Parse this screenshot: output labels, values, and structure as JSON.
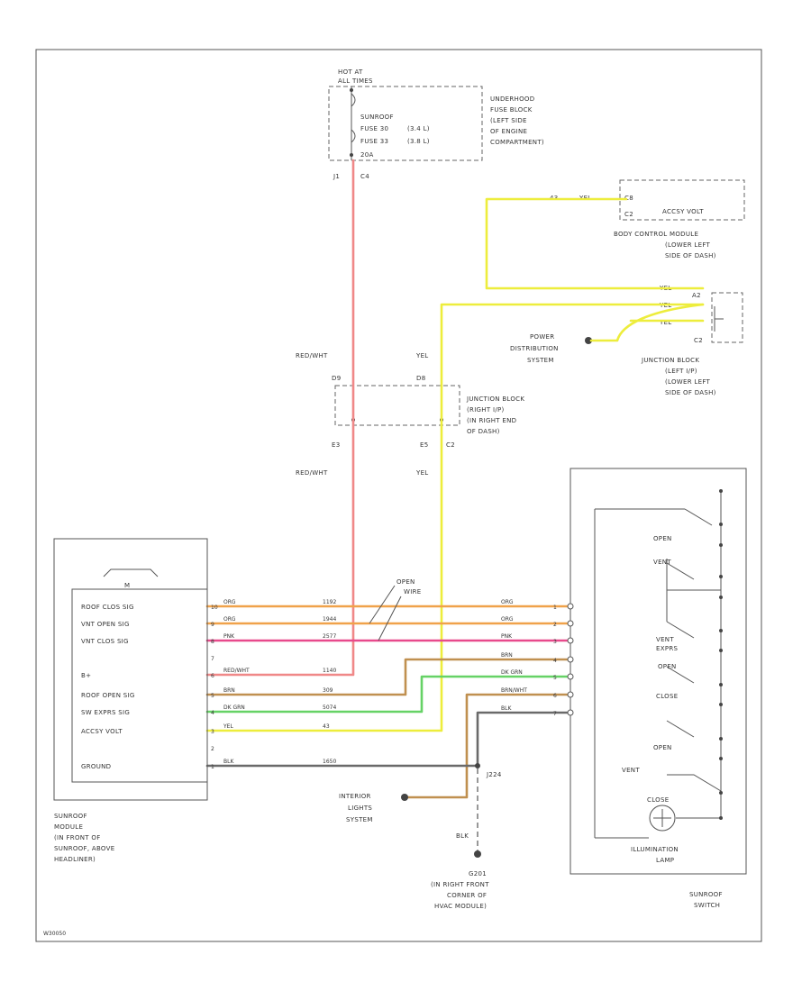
{
  "colors": {
    "red": "#f08888",
    "yellow": "#eded3c",
    "orange": "#f0a24a",
    "pink": "#e84a8c",
    "green": "#66d266",
    "tan": "#c09050",
    "gray": "#6a6a6a",
    "outline": "#555555"
  },
  "fuse_block": {
    "hot_at": "HOT AT",
    "all_times": "ALL TIMES",
    "line1": "SUNROOF",
    "line2a": "FUSE 30",
    "line2b": "(3.4 L)",
    "line3a": "FUSE 33",
    "line3b": "(3.8 L)",
    "amp": "20A",
    "pin_left": "J1",
    "pin_right": "C4",
    "desc": [
      "UNDERHOOD",
      "FUSE BLOCK",
      "(LEFT SIDE",
      "OF ENGINE",
      "COMPARTMENT)"
    ]
  },
  "bcm": {
    "wire_num": "43",
    "wire_color": "YEL",
    "pin": "C8",
    "connector": "C2",
    "label": "ACCSY VOLT",
    "desc": [
      "BODY CONTROL MODULE",
      "(LOWER LEFT",
      "SIDE OF DASH)"
    ]
  },
  "junction_left": {
    "pin_top": "A2",
    "connector": "C2",
    "wires": [
      "YEL",
      "YEL",
      "YEL"
    ],
    "desc": [
      "JUNCTION BLOCK",
      "(LEFT I/P)",
      "(LOWER LEFT",
      "SIDE OF DASH)"
    ]
  },
  "power_distribution": [
    "POWER",
    "DISTRIBUTION",
    "SYSTEM"
  ],
  "junction_right": {
    "left_wire_top": "RED/WHT",
    "right_wire_top": "YEL",
    "pin_top_left": "D9",
    "pin_top_right": "D8",
    "pin_bottom_left": "E3",
    "pin_bottom_right": "E5",
    "connector": "C2",
    "left_wire_bottom": "RED/WHT",
    "right_wire_bottom": "YEL",
    "desc": [
      "JUNCTION BLOCK",
      "(RIGHT I/P)",
      "(IN RIGHT END",
      "OF DASH)"
    ]
  },
  "sunroof_module": {
    "motor": "M",
    "pins": [
      {
        "pin": "10",
        "label": "ROOF CLOS SIG"
      },
      {
        "pin": "9",
        "label": "VNT OPEN SIG"
      },
      {
        "pin": "8",
        "label": "VNT CLOS SIG"
      },
      {
        "pin": "7",
        "label": ""
      },
      {
        "pin": "6",
        "label": "B+"
      },
      {
        "pin": "5",
        "label": "ROOF OPEN SIG"
      },
      {
        "pin": "4",
        "label": "SW EXPRS SIG"
      },
      {
        "pin": "3",
        "label": "ACCSY VOLT"
      },
      {
        "pin": "2",
        "label": ""
      },
      {
        "pin": "1",
        "label": "GROUND"
      }
    ],
    "desc": [
      "SUNROOF",
      "MODULE",
      "(IN FRONT OF",
      "SUNROOF, ABOVE",
      "HEADLINER)"
    ]
  },
  "wires": [
    {
      "mod_color": "ORG",
      "circuit": "1192",
      "sw_color": "ORG",
      "sw_pin": "1"
    },
    {
      "mod_color": "ORG",
      "circuit": "1944",
      "sw_color": "ORG",
      "sw_pin": "2"
    },
    {
      "mod_color": "PNK",
      "circuit": "2577",
      "sw_color": "PNK",
      "sw_pin": "3"
    },
    {
      "mod_color": "",
      "circuit": "",
      "sw_color": "BRN",
      "sw_pin": "4"
    },
    {
      "mod_color": "RED/WHT",
      "circuit": "1140",
      "sw_color": "",
      "sw_pin": ""
    },
    {
      "mod_color": "BRN",
      "circuit": "309",
      "sw_color": "DK GRN",
      "sw_pin": "5"
    },
    {
      "mod_color": "DK GRN",
      "circuit": "5074",
      "sw_color": "BRN/WHT",
      "sw_pin": "6"
    },
    {
      "mod_color": "YEL",
      "circuit": "43",
      "sw_color": "BLK",
      "sw_pin": "7"
    },
    {
      "mod_color": "",
      "circuit": "",
      "sw_color": "",
      "sw_pin": ""
    },
    {
      "mod_color": "BLK",
      "circuit": "1650",
      "sw_color": "",
      "sw_pin": ""
    }
  ],
  "open_wire": [
    "OPEN",
    "WIRE"
  ],
  "switch": {
    "labels": [
      "OPEN",
      "VENT",
      "VENT",
      "EXPRS",
      "OPEN",
      "CLOSE",
      "OPEN",
      "VENT",
      "CLOSE"
    ],
    "lamp": [
      "ILLUMINATION",
      "LAMP"
    ],
    "desc": [
      "SUNROOF",
      "SWITCH"
    ]
  },
  "splice": {
    "name": "J224",
    "ground_wire": "BLK",
    "ground": "G201",
    "ground_desc": [
      "(IN RIGHT FRONT",
      "CORNER OF",
      "HVAC MODULE)"
    ]
  },
  "interior_lights": [
    "INTERIOR",
    "LIGHTS",
    "SYSTEM"
  ],
  "figure_id": "W30050"
}
